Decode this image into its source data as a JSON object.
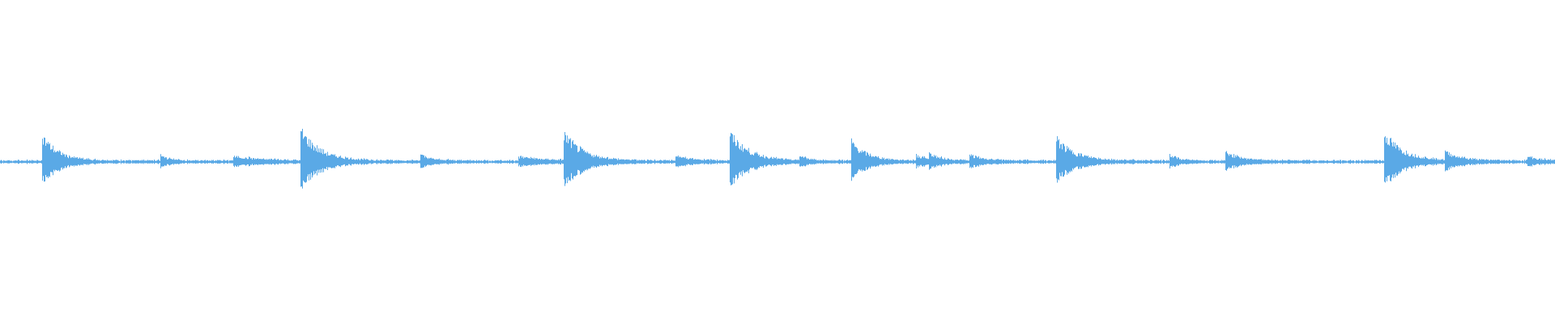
{
  "waveform": {
    "color": "#5aa9e6",
    "center_fraction": 0.5,
    "events": [
      {
        "t": 0.027,
        "amp": 0.09,
        "decay": 0.01
      },
      {
        "t": 0.103,
        "amp": 0.02,
        "decay": 0.006
      },
      {
        "t": 0.15,
        "amp": 0.015,
        "decay": 0.02
      },
      {
        "t": 0.193,
        "amp": 0.11,
        "decay": 0.012
      },
      {
        "t": 0.27,
        "amp": 0.02,
        "decay": 0.008
      },
      {
        "t": 0.333,
        "amp": 0.015,
        "decay": 0.015
      },
      {
        "t": 0.362,
        "amp": 0.1,
        "decay": 0.012
      },
      {
        "t": 0.434,
        "amp": 0.02,
        "decay": 0.01
      },
      {
        "t": 0.469,
        "amp": 0.1,
        "decay": 0.012
      },
      {
        "t": 0.514,
        "amp": 0.015,
        "decay": 0.006
      },
      {
        "t": 0.547,
        "amp": 0.07,
        "decay": 0.01
      },
      {
        "t": 0.589,
        "amp": 0.02,
        "decay": 0.008
      },
      {
        "t": 0.597,
        "amp": 0.02,
        "decay": 0.008
      },
      {
        "t": 0.623,
        "amp": 0.02,
        "decay": 0.01
      },
      {
        "t": 0.679,
        "amp": 0.08,
        "decay": 0.012
      },
      {
        "t": 0.752,
        "amp": 0.02,
        "decay": 0.006
      },
      {
        "t": 0.788,
        "amp": 0.03,
        "decay": 0.01
      },
      {
        "t": 0.89,
        "amp": 0.1,
        "decay": 0.012
      },
      {
        "t": 0.929,
        "amp": 0.03,
        "decay": 0.01
      },
      {
        "t": 0.982,
        "amp": 0.015,
        "decay": 0.008
      }
    ]
  }
}
